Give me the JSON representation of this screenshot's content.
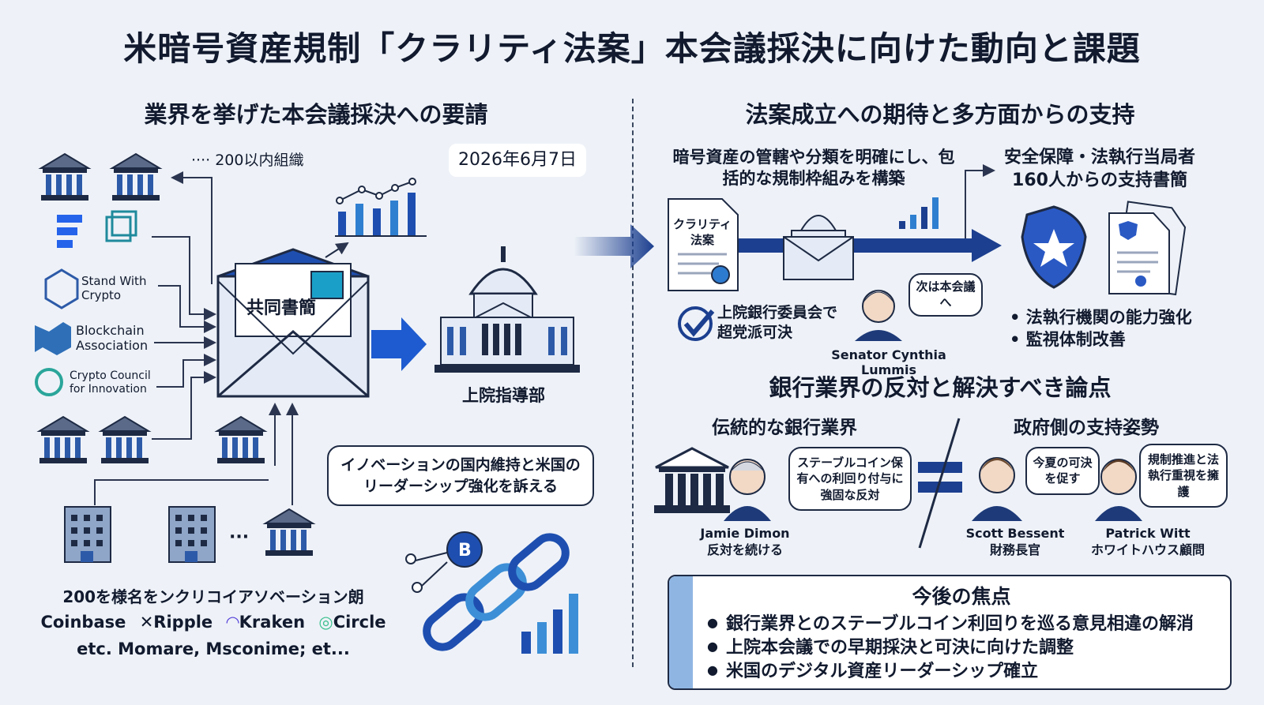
{
  "title": "米暗号資産規制「クラリティ法案」本会議採決に向けた動向と課題",
  "left": {
    "heading": "業界を挙げた本会議採決への要請",
    "orgs_label": "···· 200以内組織",
    "date": "2026年6月7日",
    "letter_label": "共同書簡",
    "senate_label": "上院指導部",
    "orgs": [
      "Stand With Crypto",
      "Blockchain Association",
      "Crypto Council for Innovation"
    ],
    "callout": "イノベーションの国内維持と米国のリーダーシップ強化を訴える",
    "ellipsis": "···",
    "bottom_line1": "200を様名をンクリコイアソベーション朗",
    "companies": [
      "Coinbase",
      "Ripple",
      "Kraken",
      "Circle"
    ],
    "bottom_line3": "etc. Momare, Msconime; et..."
  },
  "right": {
    "heading": "法案成立への期待と多方面からの支持",
    "desc": "暗号資産の管轄や分類を明確にし、包括的な規制枠組みを構築",
    "doc_label": "クラリティ法案",
    "support_title": "安全保障・法執行当局者160人からの支持書簡",
    "committee": "上院銀行委員会で超党派可決",
    "lummis_bubble": "次は本会議へ",
    "lummis_name": "Senator Cynthia Lummis",
    "bullets": [
      "法執行機関の能力強化",
      "監視体制改善"
    ],
    "banking_heading": "銀行業界の反対と解決すべき論点",
    "trad_bank": "伝統的な銀行業界",
    "gov_side": "政府側の支持姿勢",
    "dimon_bubble": "ステーブルコイン保有への利回り付与に強固な反対",
    "dimon_name": "Jamie Dimon",
    "dimon_role": "反対を続ける",
    "bessent_bubble": "今夏の可決を促す",
    "bessent_name": "Scott Bessent",
    "bessent_role": "財務長官",
    "witt_bubble": "規制推進と法執行重視を擁護",
    "witt_name": "Patrick Witt",
    "witt_role": "ホワイトハウス顧問",
    "focus_title": "今後の焦点",
    "focus_items": [
      "銀行業界とのステーブルコイン利回りを巡る意見相違の解消",
      "上院本会議での早期採決と可決に向けた調整",
      "米国のデジタル資産リーダーシップ確立"
    ]
  },
  "colors": {
    "navy": "#1c3f8f",
    "accent": "#2a6fd6",
    "ink": "#111a2e",
    "panel": "#8fb6e3"
  }
}
